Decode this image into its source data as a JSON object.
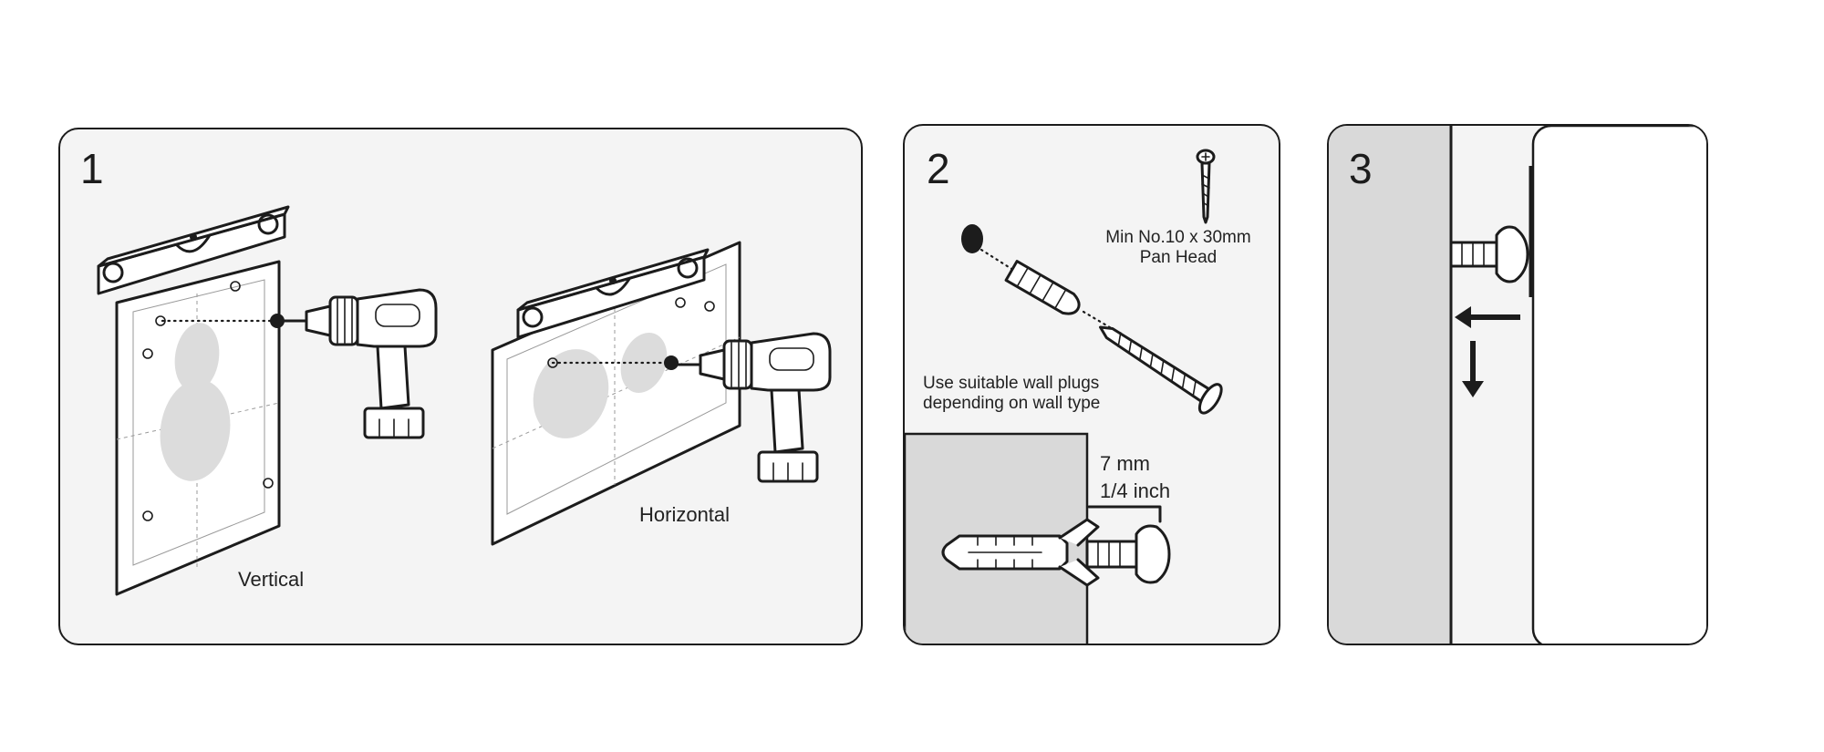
{
  "steps": [
    {
      "number": "1",
      "labels": {
        "vertical": "Vertical",
        "horizontal": "Horizontal"
      }
    },
    {
      "number": "2",
      "screw_spec_line1": "Min No.10 x 30mm",
      "screw_spec_line2": "Pan Head",
      "wall_plug_line1": "Use suitable wall plugs",
      "wall_plug_line2": "depending on wall type",
      "gap_mm": "7 mm",
      "gap_inch": "1/4 inch"
    },
    {
      "number": "3"
    }
  ],
  "icons": [
    "spirit-level-icon",
    "drill-icon",
    "screw-icon",
    "wall-plug-icon",
    "arrow-left-icon",
    "arrow-down-icon"
  ],
  "colors": {
    "panel_bg": "#f4f4f4",
    "outline": "#1c1c1c",
    "wall": "#d9d9d9",
    "blob": "#dcdcdc"
  }
}
